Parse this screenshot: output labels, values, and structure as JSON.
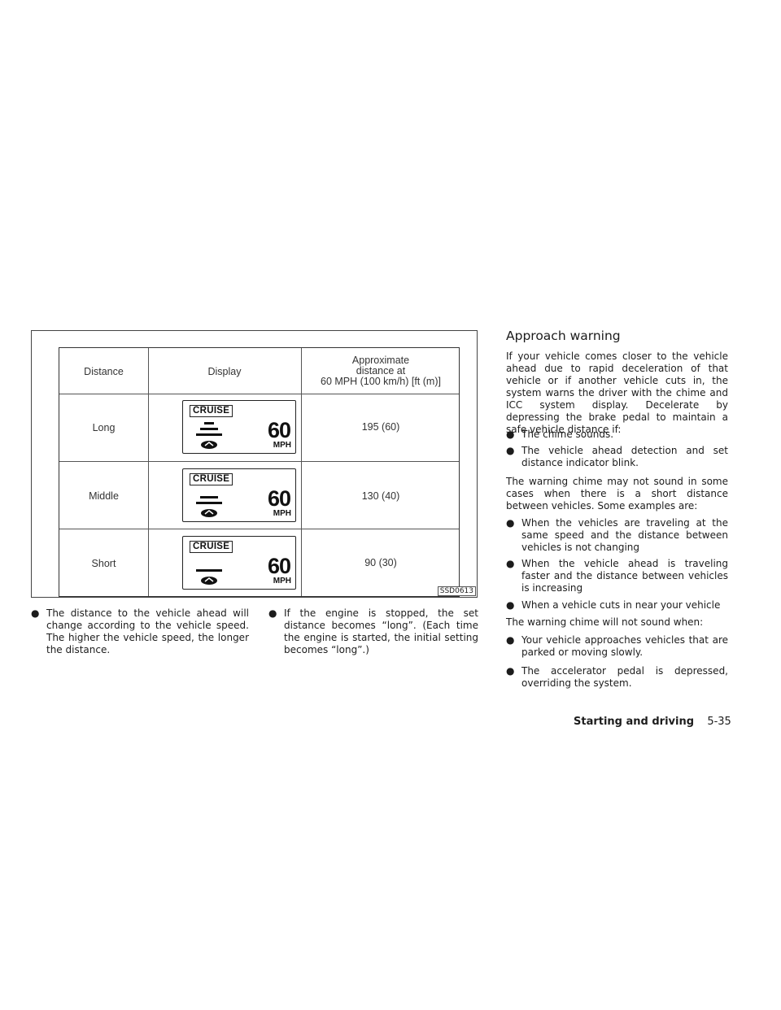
{
  "figure": {
    "table": {
      "headers": {
        "distance": "Distance",
        "display": "Display",
        "approx_lines": [
          "Approximate",
          "distance at",
          "60 MPH (100 km/h) [ft (m)]"
        ]
      },
      "rows": [
        {
          "distance": "Long",
          "approx": "195 (60)",
          "bars": 3
        },
        {
          "distance": "Middle",
          "approx": "130 (40)",
          "bars": 2
        },
        {
          "distance": "Short",
          "approx": "90 (30)",
          "bars": 1
        }
      ]
    },
    "lcd": {
      "cruise": "CRUISE",
      "speed": "60",
      "unit": "MPH"
    },
    "code": "SSD0613"
  },
  "left_column": {
    "bullet_mark": "●",
    "bullet": "The distance to the vehicle ahead will change according to the vehicle speed. The higher the vehicle speed, the longer the distance."
  },
  "middle_column": {
    "bullet_mark": "●",
    "bullet": "If the engine is stopped, the set distance becomes “long”. (Each time the engine is started, the initial setting becomes “long”.)"
  },
  "right_column": {
    "heading": "Approach warning",
    "intro": "If your vehicle comes closer to the vehicle ahead due to rapid deceleration of that vehicle or if another vehicle cuts in, the system warns the driver with the chime and ICC system display. Decelerate by depressing the brake pedal to maintain a safe vehicle distance if:",
    "list1": [
      "The chime sounds.",
      "The vehicle ahead detection and set distance indicator blink."
    ],
    "para2": "The warning chime may not sound in some cases when there is a short distance between vehicles. Some examples are:",
    "list2": [
      "When the vehicles are traveling at the same speed and the distance between vehicles is not changing",
      "When the vehicle ahead is traveling faster and the distance between vehicles is increasing",
      "When a vehicle cuts in near your vehicle"
    ],
    "para3": "The warning chime will not sound when:",
    "list3": [
      "Your vehicle approaches vehicles that are parked or moving slowly.",
      "The accelerator pedal is depressed, overriding the system."
    ],
    "bullet_mark": "●"
  },
  "footer": {
    "section": "Starting and driving",
    "page": "5-35"
  }
}
